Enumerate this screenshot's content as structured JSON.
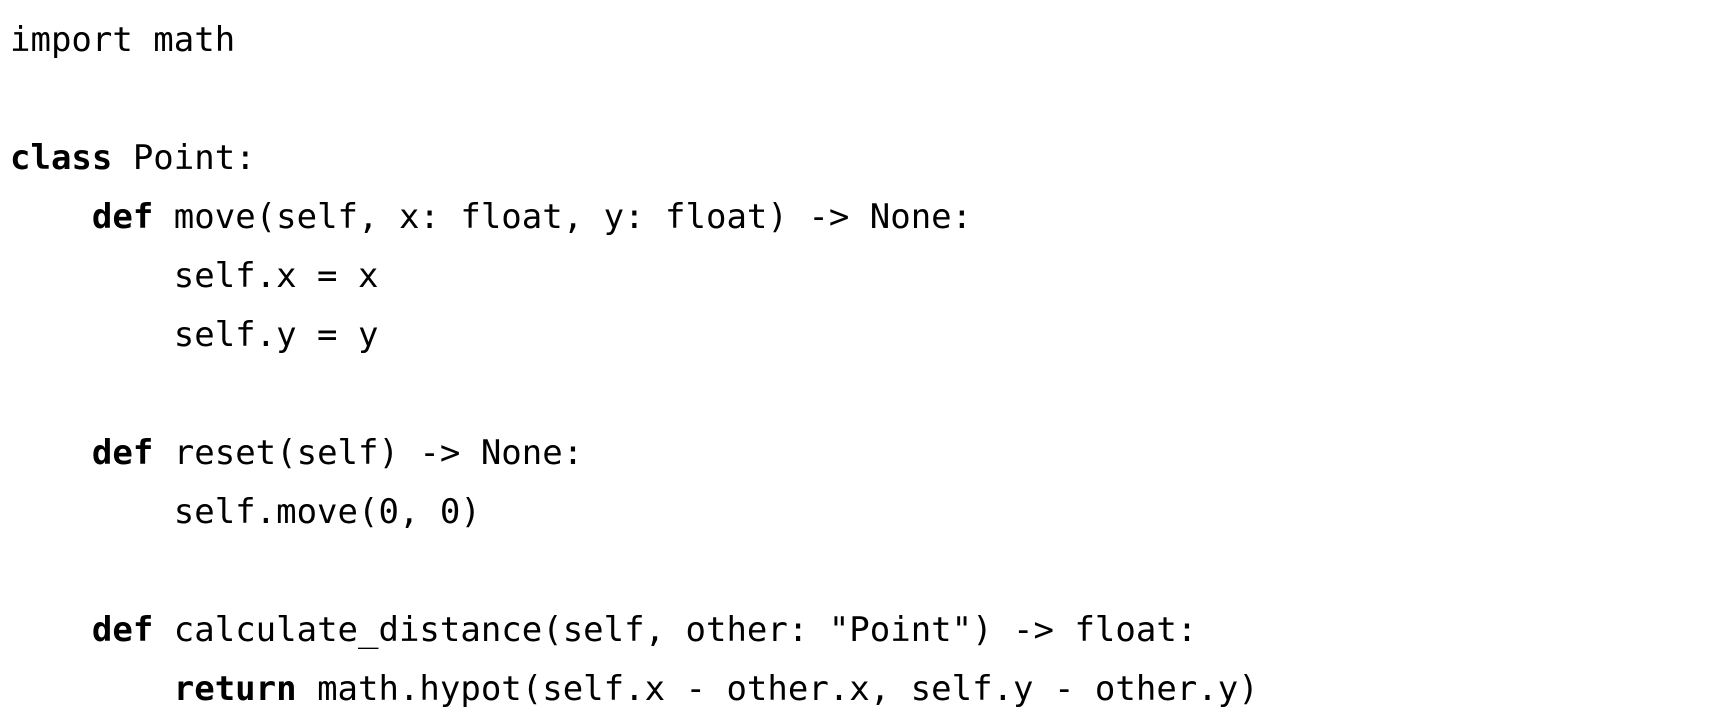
{
  "code": {
    "lines": [
      {
        "parts": [
          {
            "text": "import math",
            "kw": false
          }
        ]
      },
      {
        "parts": []
      },
      {
        "parts": [
          {
            "text": "class",
            "kw": true
          },
          {
            "text": " Point:",
            "kw": false
          }
        ]
      },
      {
        "parts": [
          {
            "text": "    ",
            "kw": false
          },
          {
            "text": "def",
            "kw": true
          },
          {
            "text": " move(self, x: float, y: float) -> None:",
            "kw": false
          }
        ]
      },
      {
        "parts": [
          {
            "text": "        self.x = x",
            "kw": false
          }
        ]
      },
      {
        "parts": [
          {
            "text": "        self.y = y",
            "kw": false
          }
        ]
      },
      {
        "parts": []
      },
      {
        "parts": [
          {
            "text": "    ",
            "kw": false
          },
          {
            "text": "def",
            "kw": true
          },
          {
            "text": " reset(self) -> None:",
            "kw": false
          }
        ]
      },
      {
        "parts": [
          {
            "text": "        self.move(0, 0)",
            "kw": false
          }
        ]
      },
      {
        "parts": []
      },
      {
        "parts": [
          {
            "text": "    ",
            "kw": false
          },
          {
            "text": "def",
            "kw": true
          },
          {
            "text": " calculate_distance(self, other: \"Point\") -> float:",
            "kw": false
          }
        ]
      },
      {
        "parts": [
          {
            "text": "        ",
            "kw": false
          },
          {
            "text": "return",
            "kw": true
          },
          {
            "text": " math.hypot(self.x - other.x, self.y - other.y)",
            "kw": false
          }
        ]
      }
    ]
  }
}
